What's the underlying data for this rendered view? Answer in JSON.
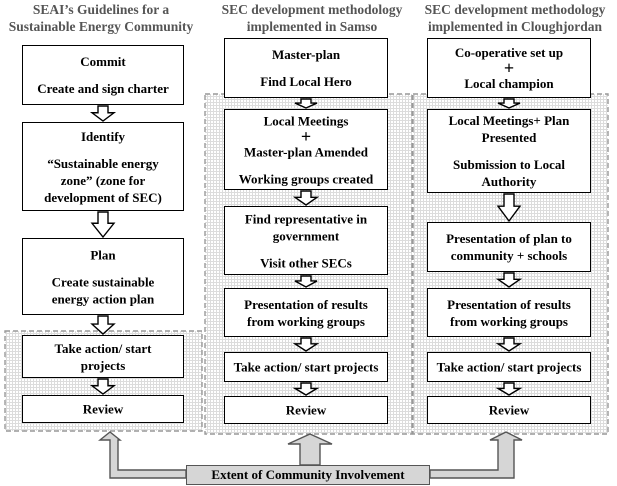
{
  "columns": [
    {
      "header": [
        "SEAI’s Guidelines for a",
        "Sustainable Energy Community"
      ],
      "boxes": [
        [
          "Commit",
          "",
          "Create and sign charter"
        ],
        [
          "Identify",
          "",
          "“Sustainable energy",
          "zone” (zone for",
          "development of SEC)"
        ],
        [
          "Plan",
          "",
          "Create sustainable",
          "energy action plan"
        ],
        [
          "Take action/ start",
          "projects"
        ],
        [
          "Review"
        ]
      ]
    },
    {
      "header": [
        "SEC development methodology",
        "implemented in Samso"
      ],
      "boxes": [
        [
          "Master-plan",
          "",
          "Find Local Hero"
        ],
        [
          "Local Meetings",
          "+",
          "Master-plan Amended",
          "",
          "Working groups created"
        ],
        [
          "Find representative in",
          "government",
          "",
          "Visit other SECs"
        ],
        [
          "Presentation of results",
          "from working groups"
        ],
        [
          "Take action/ start projects"
        ],
        [
          "Review"
        ]
      ]
    },
    {
      "header": [
        "SEC development methodology",
        "implemented in Cloughjordan"
      ],
      "boxes": [
        [
          "Co-operative set up",
          "+",
          "Local champion"
        ],
        [
          "Local Meetings+ Plan",
          "Presented",
          "",
          "Submission to Local",
          "Authority"
        ],
        [
          "Presentation of plan to",
          "community + schools"
        ],
        [
          "Presentation of results",
          "from working groups"
        ],
        [
          "Take action/ start projects"
        ],
        [
          "Review"
        ]
      ]
    }
  ],
  "extent_label": "Extent of Community Involvement"
}
